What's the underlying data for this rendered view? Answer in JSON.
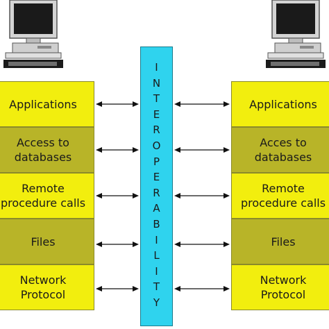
{
  "left_layers": [
    {
      "lines": [
        "Applications"
      ],
      "tone": "bright"
    },
    {
      "lines": [
        "Access to",
        "databases"
      ],
      "tone": "dark"
    },
    {
      "lines": [
        "Remote",
        "procedure calls"
      ],
      "tone": "bright"
    },
    {
      "lines": [
        "Files"
      ],
      "tone": "dark"
    },
    {
      "lines": [
        "Network",
        "Protocol"
      ],
      "tone": "bright"
    }
  ],
  "right_layers": [
    {
      "lines": [
        "Applications"
      ],
      "tone": "bright"
    },
    {
      "lines": [
        "Acces to",
        "databases"
      ],
      "tone": "dark"
    },
    {
      "lines": [
        "Remote",
        "procedure calls"
      ],
      "tone": "bright"
    },
    {
      "lines": [
        "Files"
      ],
      "tone": "dark"
    },
    {
      "lines": [
        "Network",
        "Protocol"
      ],
      "tone": "bright"
    }
  ],
  "center_label": [
    "I",
    "N",
    "T",
    "E",
    "R",
    "O",
    "P",
    "E",
    "R",
    "A",
    "B",
    "I",
    "L",
    "I",
    "T",
    "Y"
  ],
  "colors": {
    "layer_bright": "#f2ee0e",
    "layer_dark": "#b8b428",
    "interoperability_bar": "#2fd3ee",
    "arrow": "#111111"
  },
  "icons": [
    "computer-icon",
    "computer-icon"
  ]
}
